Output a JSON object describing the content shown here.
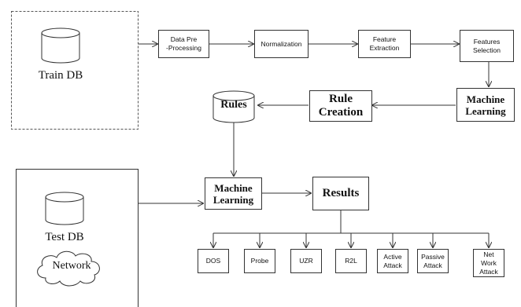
{
  "train": {
    "label": "Train DB"
  },
  "test": {
    "label": "Test DB",
    "network": "Network"
  },
  "pipeline": {
    "preprocessing": "Data  Pre\n-Processing",
    "normalization": "Normalization",
    "feature_extraction": "Feature\nExtraction",
    "features_selection": "Features\nSelection"
  },
  "ml_top": "Machine\nLearning",
  "rule_creation": "Rule\nCreation",
  "rules": "Rules",
  "ml_bottom": "Machine\nLearning",
  "results": "Results",
  "classes": [
    {
      "label": "DOS"
    },
    {
      "label": "Probe"
    },
    {
      "label": "UZR"
    },
    {
      "label": "R2L"
    },
    {
      "label": "Active\nAttack"
    },
    {
      "label": "Passive\nAttack"
    },
    {
      "label": "Net\nWork\nAttack"
    }
  ]
}
